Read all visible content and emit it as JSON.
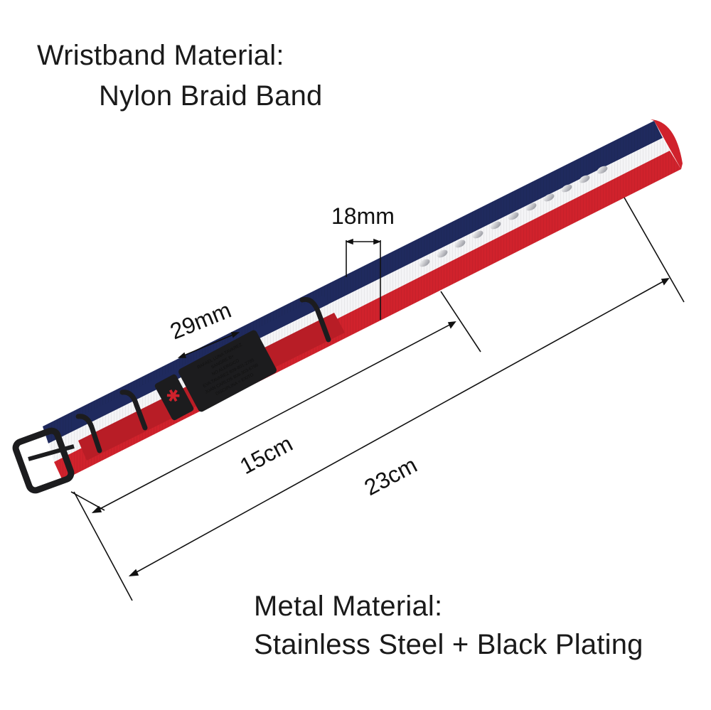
{
  "captions": {
    "wristband_heading": "Wristband Material:",
    "wristband_value": "Nylon Braid Band",
    "metal_heading": "Metal Material:",
    "metal_value": "Stainless Steel + Black Plating"
  },
  "dimensions": {
    "width_large": "29mm",
    "width_small": "18mm",
    "short_length": "15cm",
    "full_length": "23cm"
  },
  "tag_engraving": [
    "RAFAEL LUNA TAVAREZ",
    "SANGRE B+",
    "NO ALERGICO",
    "EVA TAVAREZ 809-801-2765",
    "JUAN CARLOS 809-303-6799",
    "DISCIPLINA = EXITO"
  ],
  "colors": {
    "navy": "#1f2a5e",
    "white": "#f4f4f6",
    "red": "#d0222c",
    "hardware": "#1c1c1e"
  }
}
